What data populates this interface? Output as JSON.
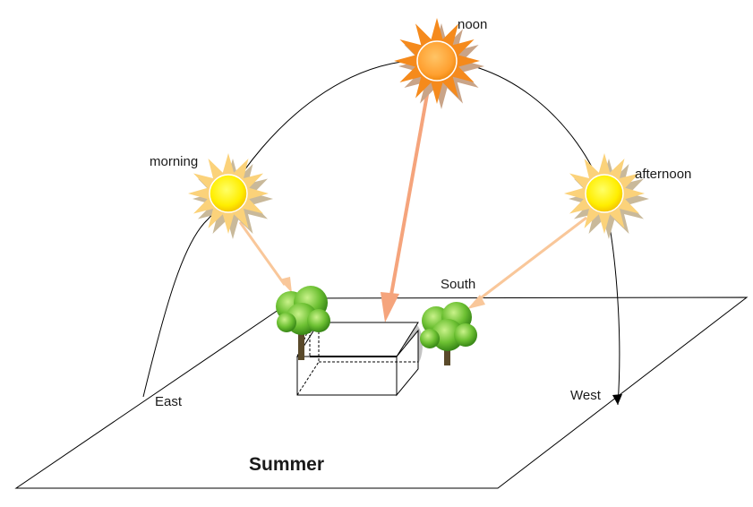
{
  "diagram": {
    "title": "Summer",
    "sun_labels": {
      "morning": "morning",
      "noon": "noon",
      "afternoon": "afternoon"
    },
    "directions": {
      "east": "East",
      "south": "South",
      "west": "West"
    }
  },
  "colors": {
    "sun_rays_outer": "#f5a623",
    "sun_rays_noon": "#f07a10",
    "sun_core_yellow": "#fff200",
    "sun_core_orange": "#ffaa33",
    "light_beam": "#f9c79a",
    "noon_beam": "#f5a47c",
    "tree_green": "#4caf28",
    "shadow_gray": "#b5b5b5"
  },
  "icons": [
    "sun-icon",
    "tree-icon",
    "house-icon"
  ]
}
